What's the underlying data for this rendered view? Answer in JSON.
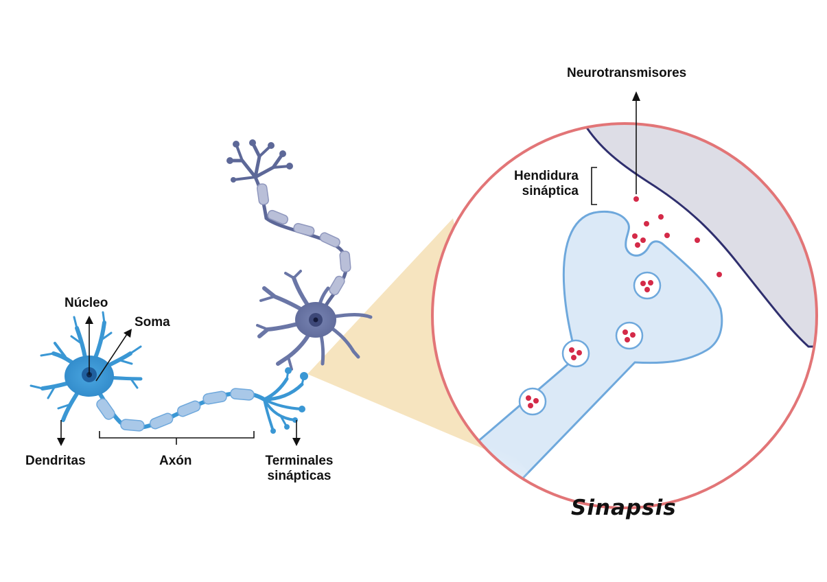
{
  "labels": {
    "nucleo": "Núcleo",
    "soma": "Soma",
    "dendritas": "Dendritas",
    "axon": "Axón",
    "terminales_line1": "Terminales",
    "terminales_line2": "sinápticas",
    "neurotransmisores": "Neurotransmisores",
    "hendidura_line1": "Hendidura",
    "hendidura_line2": "sináptica",
    "sinapsis": "Sinapsis"
  },
  "colors": {
    "neuron_blue": "#3a97d4",
    "neuron_blue_dark": "#2d7fbf",
    "myelin": "#a9c8e8",
    "neuron_slate": "#6a76a6",
    "neuron_slate_dark": "#4f5a8a",
    "zoom_cone": "#f6e4bf",
    "circle_border": "#e27577",
    "terminal_fill": "#dbe9f7",
    "terminal_stroke": "#6ea8dc",
    "postsynaptic_fill": "#dddde6",
    "postsynaptic_stroke": "#2f2f6e",
    "neurotransmitter": "#d42a48"
  }
}
